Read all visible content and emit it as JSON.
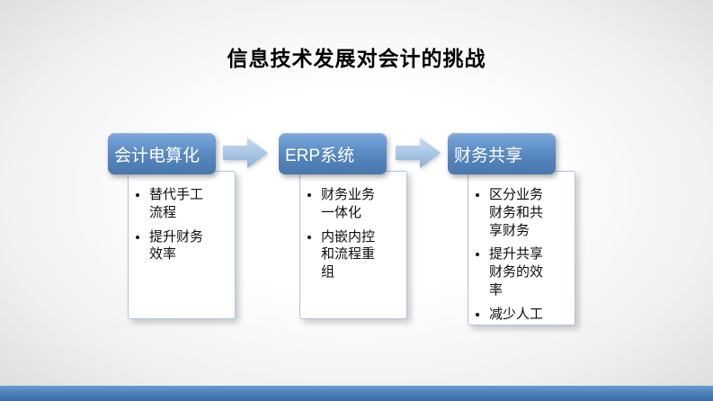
{
  "slide": {
    "title": "信息技术发展对会计的挑战"
  },
  "stages": [
    {
      "title": "会计电算化",
      "bullets": [
        "替代手工流程",
        "提升财务效率"
      ]
    },
    {
      "title": "ERP系统",
      "bullets": [
        "财务业务一体化",
        "内嵌内控和流程重组"
      ]
    },
    {
      "title": "财务共享",
      "bullets": [
        "区分业务财务和共享财务",
        "提升共享财务的效率",
        "减少人工"
      ]
    }
  ],
  "icons": {
    "stage_connector": "right-arrow-icon"
  },
  "colors": {
    "header_gradient_top": "#7aa7dc",
    "header_gradient_bottom": "#4a77ad",
    "header_text": "#ffffff",
    "arrow_fill_top": "#c9dcf0",
    "arrow_fill_bottom": "#8ab1d9",
    "card_border": "#a9c7e6",
    "card_background": "#ffffff",
    "bullet_text": "#0d0d0d",
    "title_text": "#000000",
    "footer_bar": "#4f81bd"
  }
}
